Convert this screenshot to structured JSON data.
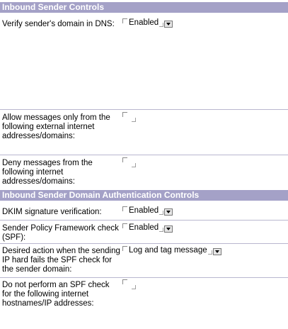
{
  "sections": {
    "inbound_sender_controls": "Inbound Sender Controls",
    "domain_auth_controls": "Inbound Sender Domain Authentication Controls"
  },
  "rows": {
    "verify_domain": {
      "label": "Verify sender's domain in DNS:",
      "value": "Enabled"
    },
    "allow_messages": {
      "label": "Allow messages only from the following external internet addresses/domains:",
      "value": ""
    },
    "deny_messages": {
      "label": "Deny messages from the following internet addresses/domains:",
      "value": ""
    },
    "dkim": {
      "label": "DKIM signature verification:",
      "value": "Enabled"
    },
    "spf": {
      "label": "Sender Policy Framework check (SPF):",
      "value": "Enabled"
    },
    "spf_action": {
      "label": "Desired action when the sending IP hard fails the SPF check for the sender domain:",
      "value": "Log and tag message"
    },
    "spf_exclude": {
      "label": "Do not perform an SPF check for the following internet hostnames/IP addresses:",
      "value": ""
    }
  },
  "colors": {
    "header_bg": "#a4a1c7",
    "header_text": "#ffffff",
    "separator": "#b9b7cf"
  }
}
